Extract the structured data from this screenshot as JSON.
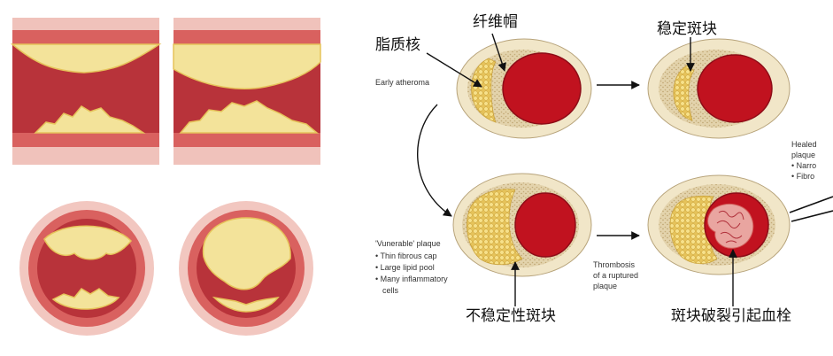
{
  "labels": {
    "lipid_core": "脂质核",
    "fibrous_cap": "纤维帽",
    "stable_plaque": "稳定斑块",
    "unstable_plaque": "不稳定性斑块",
    "rupture_thrombosis": "斑块破裂引起血栓",
    "early_atheroma": "Early atheroma",
    "vulnerable_title": "'Vunerable' plaque",
    "vulnerable_items": [
      "Thin fibrous cap",
      "Large lipid pool",
      "Many inflammatory",
      "cells"
    ],
    "thrombosis_lines": [
      "Thrombosis",
      "of a ruptured",
      "plaque"
    ],
    "healed_lines": [
      "Healed",
      "plaque",
      "Narro",
      "Fibro"
    ]
  },
  "colors": {
    "wall_pink": "#e8a9a2",
    "wall_dark": "#b8333a",
    "lumen_red": "#c1121f",
    "plaque_yellow": "#f3e39a",
    "cream": "#f1e6c8",
    "fibrous_tan": "#d9c59a"
  }
}
